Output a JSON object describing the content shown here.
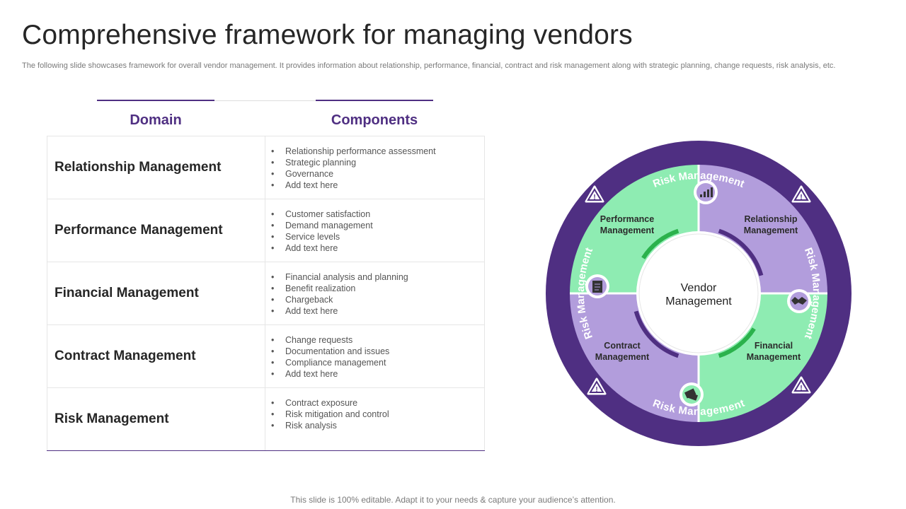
{
  "slide": {
    "title": "Comprehensive framework for managing vendors",
    "subtitle": "The following slide showcases framework for overall vendor management. It provides information about relationship, performance, financial, contract and risk management along with strategic planning, change requests, risk analysis, etc.",
    "footer": "This slide is 100% editable. Adapt it to your needs & capture your audience’s attention."
  },
  "table": {
    "domain_header": "Domain",
    "components_header": "Components",
    "rows": [
      {
        "domain": "Relationship Management",
        "components": [
          "Relationship performance assessment",
          "Strategic planning",
          "Governance",
          "Add text here"
        ]
      },
      {
        "domain": "Performance Management",
        "components": [
          "Customer satisfaction",
          "Demand management",
          "Service levels",
          "Add text here"
        ]
      },
      {
        "domain": "Financial Management",
        "components": [
          "Financial analysis and planning",
          "Benefit realization",
          "Chargeback",
          "Add text here"
        ]
      },
      {
        "domain": "Contract Management",
        "components": [
          "Change requests",
          "Documentation and issues",
          "Compliance management",
          "Add text here"
        ]
      },
      {
        "domain": "Risk Management",
        "components": [
          "Contract exposure",
          "Risk mitigation and control",
          "Risk analysis"
        ]
      }
    ]
  },
  "diagram": {
    "center_line1": "Vendor",
    "center_line2": "Management",
    "ring_label": "Risk Management",
    "quadrants": {
      "top_left": {
        "line1": "Performance",
        "line2": "Management",
        "icon": "bar-chart-icon"
      },
      "top_right": {
        "line1": "Relationship",
        "line2": "Management",
        "icon": "handshake-icon"
      },
      "bottom_left": {
        "line1": "Contract",
        "line2": "Management",
        "icon": "document-icon"
      },
      "bottom_right": {
        "line1": "Financial",
        "line2": "Management",
        "icon": "money-icon"
      }
    },
    "colors": {
      "ring": "#4f2f82",
      "green": "#8eecb2",
      "lavender": "#b29ddc",
      "accent_green": "#2bb24c",
      "accent_purple": "#4f2f82"
    },
    "warning_icon": "warning-triangle-icon"
  }
}
